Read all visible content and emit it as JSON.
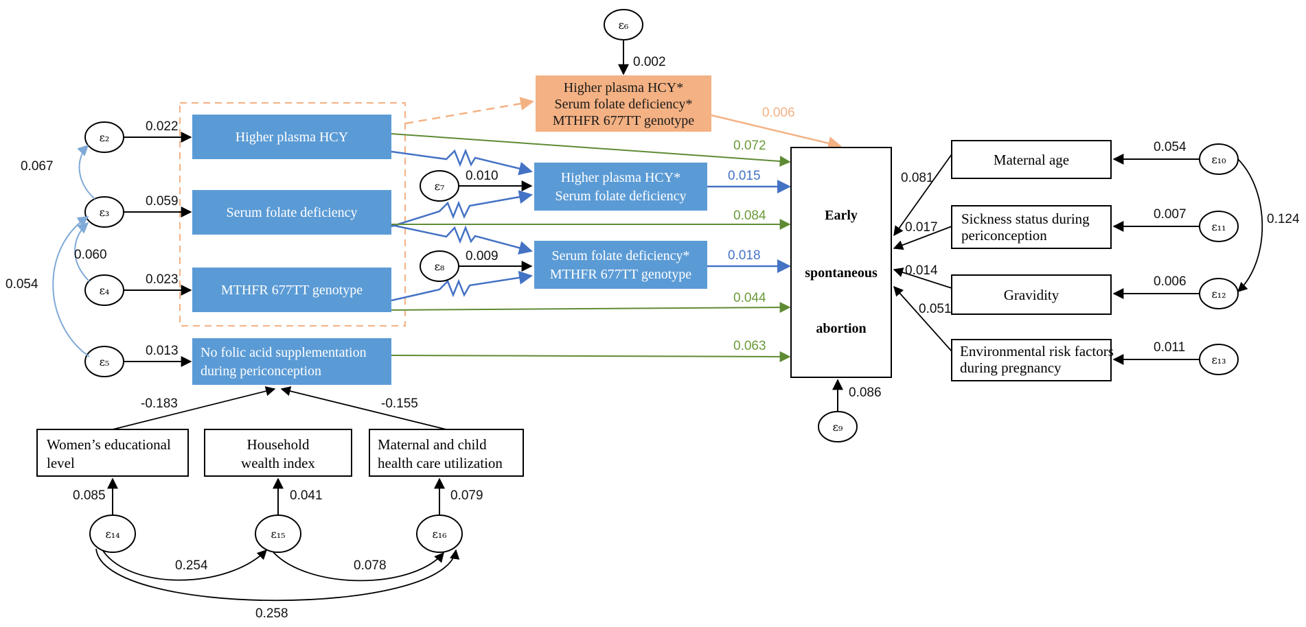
{
  "nodes": {
    "hcy": "Higher plasma HCY",
    "folate": "Serum folate deficiency",
    "mthfr": "MTHFR 677TT genotype",
    "nofolic": [
      "No folic acid supplementation",
      "during periconception"
    ],
    "inter_all": [
      "Higher plasma HCY*",
      "Serum folate deficiency*",
      "MTHFR 677TT genotype"
    ],
    "inter_hcy_folate": [
      "Higher plasma HCY*",
      "Serum folate deficiency"
    ],
    "inter_folate_mthfr": [
      "Serum folate deficiency*",
      "MTHFR 677TT genotype"
    ],
    "outcome": [
      "Early",
      "spontaneous",
      "abortion"
    ],
    "maternal_age": "Maternal age",
    "sickness": [
      "Sickness status during",
      "periconception"
    ],
    "gravidity": "Gravidity",
    "environment": [
      "Environmental risk factors",
      "during pregnancy"
    ],
    "education": [
      "Women’s educational",
      "level"
    ],
    "wealth": [
      "Household",
      "wealth index"
    ],
    "healthcare": [
      "Maternal and child",
      "health care utilization"
    ]
  },
  "errors": {
    "e2": "ε₂",
    "e3": "ε₃",
    "e4": "ε₄",
    "e5": "ε₅",
    "e6": "ε₆",
    "e7": "ε₇",
    "e8": "ε₈",
    "e9": "ε₉",
    "e10": "ε₁₀",
    "e11": "ε₁₁",
    "e12": "ε₁₂",
    "e13": "ε₁₃",
    "e14": "ε₁₄",
    "e15": "ε₁₅",
    "e16": "ε₁₆"
  },
  "coefficients": {
    "e2_hcy": "0.022",
    "e3_folate": "0.059",
    "e4_mthfr": "0.023",
    "e5_nofolic": "0.013",
    "e2_e3": "0.067",
    "e3_e4": "0.060",
    "e3_e5": "0.054",
    "e6_inter": "0.002",
    "inter_all_out": "0.006",
    "hcy_out": "0.072",
    "folate_out": "0.084",
    "mthfr_out": "0.044",
    "nofolic_out": "0.063",
    "e7_inter": "0.010",
    "e8_inter": "0.009",
    "inter_hf_out": "0.015",
    "inter_fm_out": "0.018",
    "age_out": "0.081",
    "sick_out": "0.017",
    "grav_out": "0.014",
    "env_out": "0.051",
    "e10_age": "0.054",
    "e11_sick": "0.007",
    "e12_grav": "0.006",
    "e13_env": "0.011",
    "e10_e12": "0.124",
    "e9_out": "0.086",
    "edu_nofolic": "-0.183",
    "health_nofolic": "-0.155",
    "e14_edu": "0.085",
    "e15_wealth": "0.041",
    "e16_health": "0.079",
    "e14_e15": "0.254",
    "e15_e16": "0.078",
    "e14_e16": "0.258"
  },
  "colors": {
    "blue_box": "#5B9BD5",
    "orange_box": "#F4B183",
    "blue_arrow": "#4472C4",
    "green_arrow": "#5E8A34",
    "light_blue_curve": "#7FA9D6",
    "dashed_orange": "#F4B183"
  }
}
